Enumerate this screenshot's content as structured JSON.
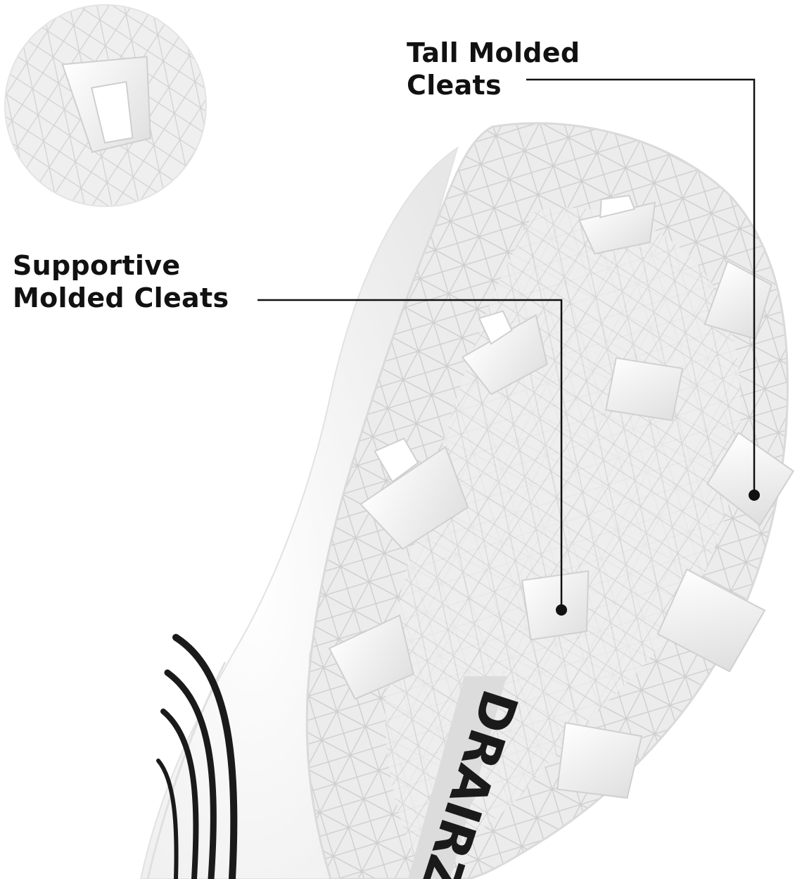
{
  "callouts": {
    "tall": {
      "line1": "Tall Molded",
      "line2": "Cleats"
    },
    "supportive": {
      "line1": "Supportive",
      "line2": "Molded Cleats"
    }
  },
  "sole_branding": {
    "text": "DRAIRZ"
  },
  "icons": {
    "detail_inset": "cleat-closeup-circle",
    "sole": "cleat-sole-illustration"
  },
  "colors": {
    "background": "#ffffff",
    "text": "#111111",
    "leader_line": "#111111",
    "sole": "#eeeeee",
    "stud": "#f9f9f9",
    "upper_stripes": "#1a1a1a"
  }
}
